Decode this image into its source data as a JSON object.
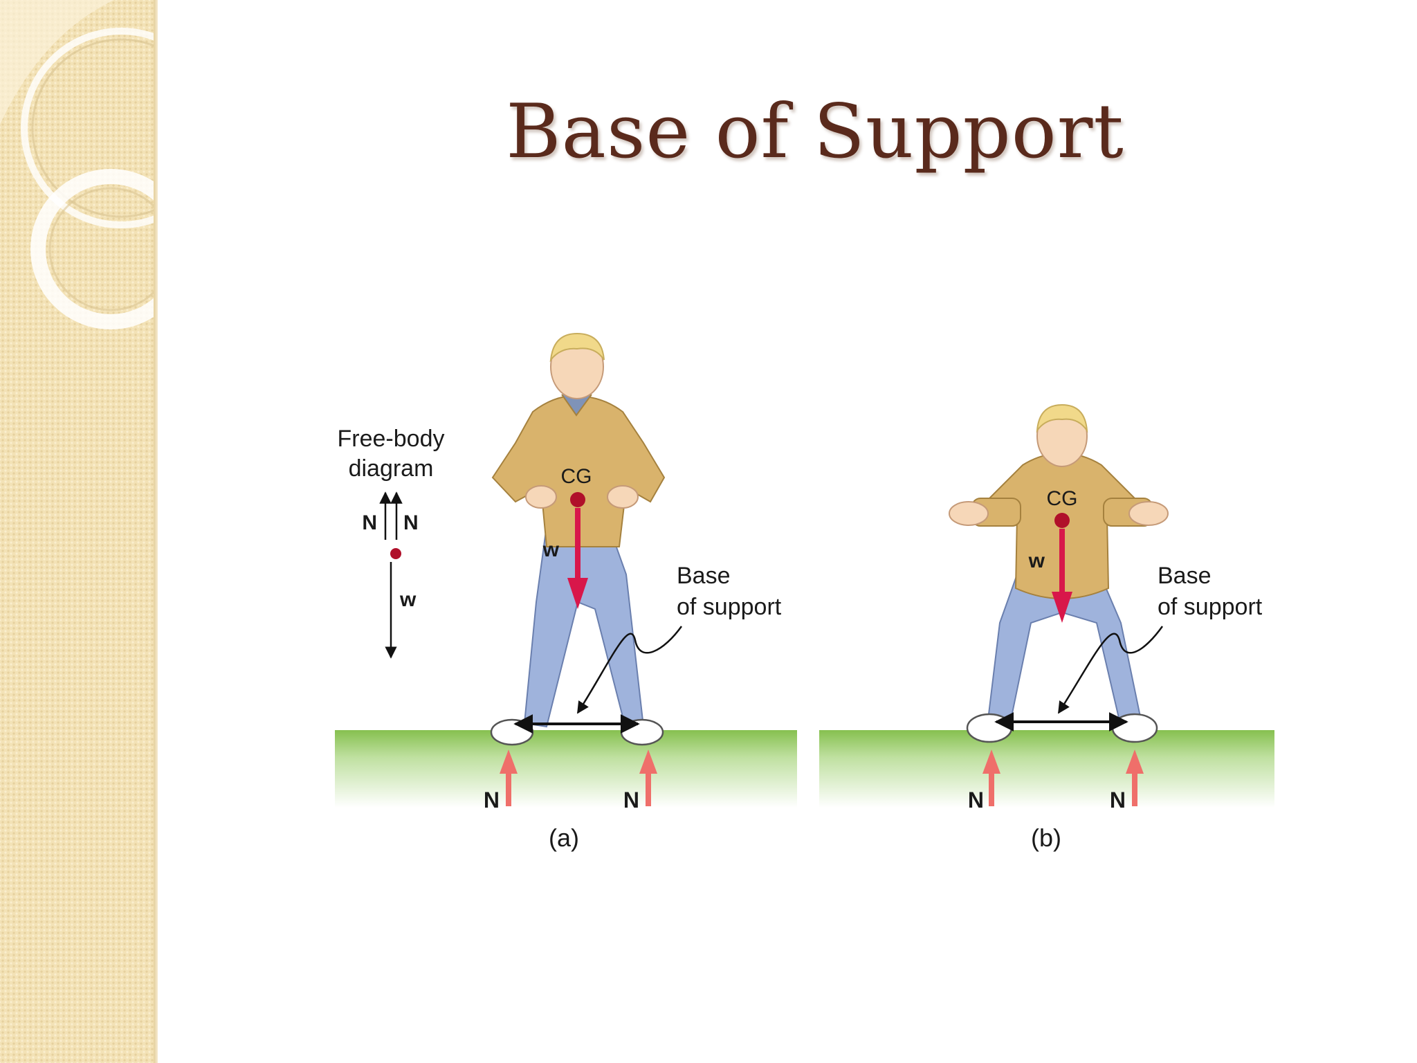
{
  "slide": {
    "title": "Base of Support"
  },
  "diagram": {
    "fbd_title_line1": "Free-body",
    "fbd_title_line2": "diagram",
    "fbd_n_left": "N",
    "fbd_n_right": "N",
    "fbd_w": "w",
    "panel_a": {
      "cg_label": "CG",
      "w_label": "w",
      "base_line1": "Base",
      "base_line2": "of support",
      "n_left": "N",
      "n_right": "N",
      "caption": "(a)"
    },
    "panel_b": {
      "cg_label": "CG",
      "w_label": "w",
      "base_line1": "Base",
      "base_line2": "of support",
      "n_left": "N",
      "n_right": "N",
      "caption": "(b)"
    },
    "colors": {
      "weight_arrow": "#d8174a",
      "normal_arrow": "#ef6f6a",
      "cg_dot": "#b0102a",
      "ground": "#8cc35a",
      "shirt": "#d9b36c",
      "pants": "#9fb3dc",
      "hair": "#f1d98a",
      "skin": "#f6d7b8"
    }
  }
}
